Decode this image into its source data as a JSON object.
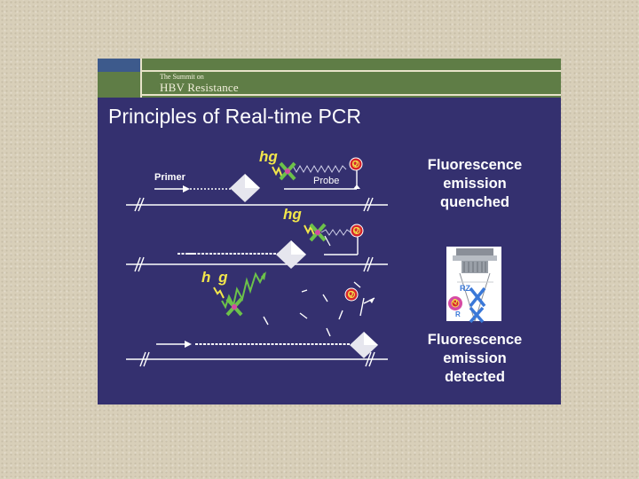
{
  "header": {
    "subtitle_small": "The Summit on",
    "subtitle_big": "HBV Resistance"
  },
  "title": "Principles of Real-time PCR",
  "labels": {
    "primer": "Primer",
    "probe": "Probe",
    "hg_1": "hg",
    "hg_2": "hg",
    "hg_3": "h g",
    "q": "Q",
    "inset_rz": "RZ",
    "inset_q": "Q",
    "inset_r": "R"
  },
  "captions": {
    "quenched": [
      "Fluorescence",
      "emission",
      "quenched"
    ],
    "detected": [
      "Fluorescence",
      "emission",
      "detected"
    ]
  },
  "colors": {
    "slide_bg": "#34306f",
    "header_green": "#5f7d46",
    "hg_yellow": "#f2e64b",
    "reporter_green": "#6cc24a",
    "quencher_red": "#d7262b",
    "cross_blue": "#3a78d8"
  }
}
